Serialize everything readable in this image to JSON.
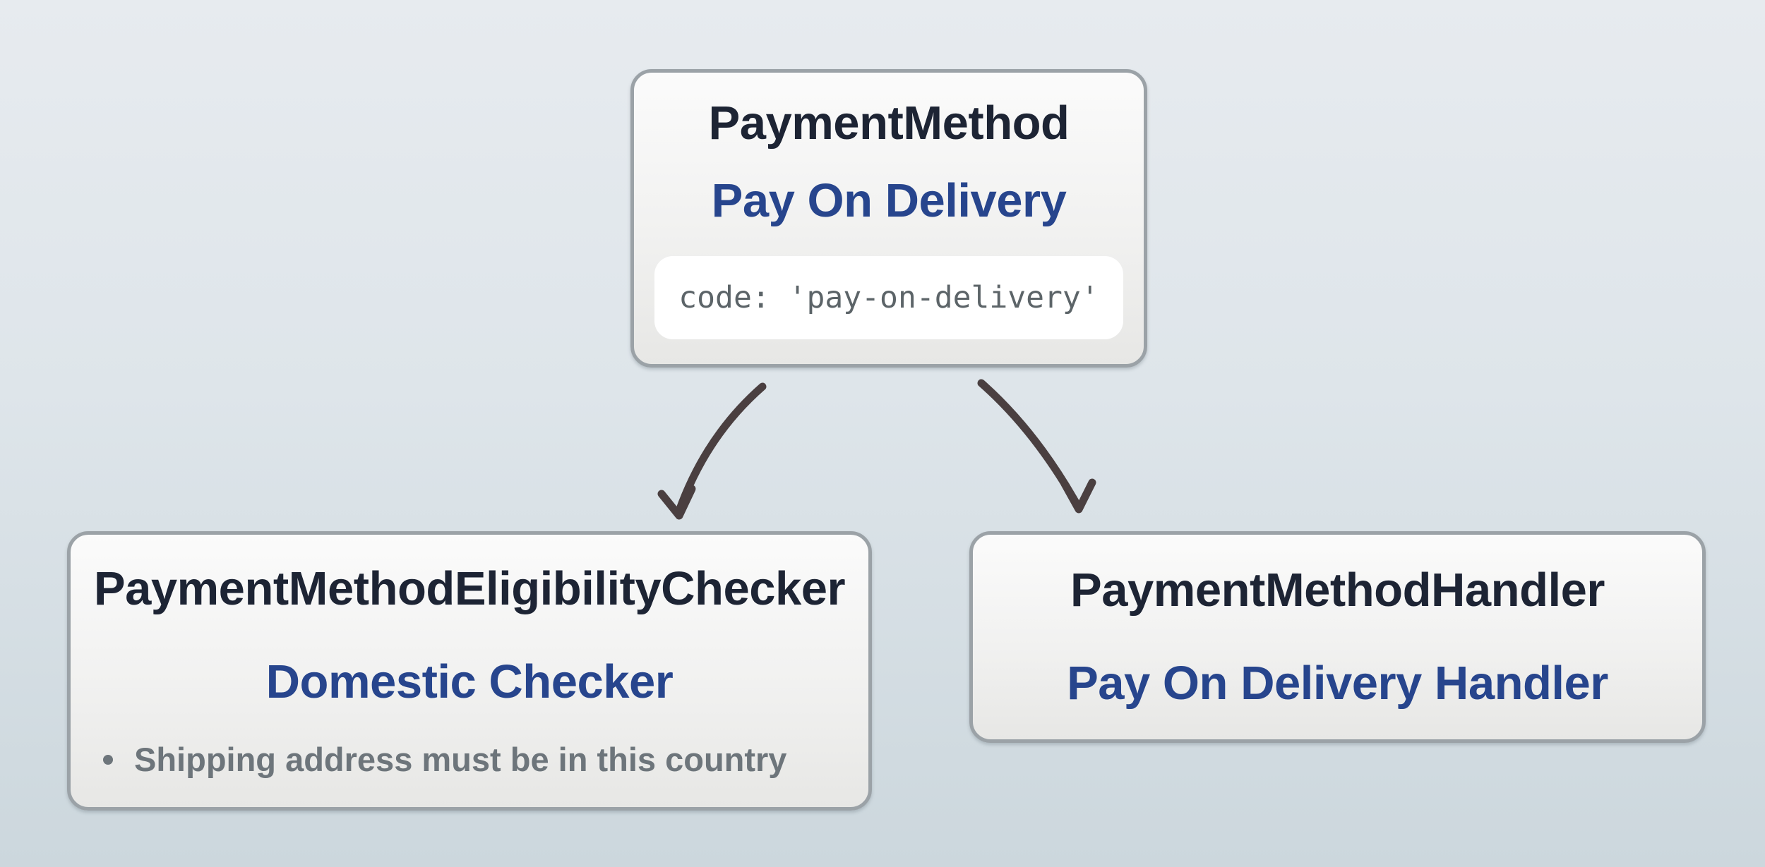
{
  "diagram": {
    "payment_method": {
      "type_label": "PaymentMethod",
      "name": "Pay On Delivery",
      "code": "code: 'pay-on-delivery'"
    },
    "eligibility_checker": {
      "type_label": "PaymentMethodEligibilityChecker",
      "name": "Domestic Checker",
      "rules": [
        "Shipping address must be in this country"
      ]
    },
    "handler": {
      "type_label": "PaymentMethodHandler",
      "name": "Pay On Delivery Handler"
    }
  },
  "theme": {
    "accent-blue": "#27458d",
    "title-color": "#1d2434",
    "code-color": "#5c6468",
    "muted-text": "#6d757b",
    "arrow-color": "#4a3f40",
    "box-border": "#9ba2a7"
  }
}
